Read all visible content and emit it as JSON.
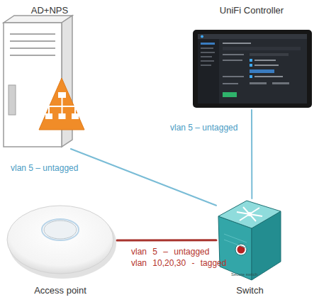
{
  "diagram": {
    "nodes": [
      {
        "text": [
          "AD+NPS"
        ]
      },
      {
        "text": [
          "UniFi Controller"
        ]
      },
      {
        "text": [
          "Access point"
        ]
      },
      {
        "text": [
          "Switch"
        ]
      }
    ],
    "edges": [
      {
        "from": 0,
        "to": 3,
        "arrow": "none",
        "label": "vlan 5 – untagged"
      },
      {
        "from": 1,
        "to": 3,
        "arrow": "none",
        "label": "vlan 5 – untagged"
      },
      {
        "from": 2,
        "to": 3,
        "arrow": "none",
        "label": "vlan 5 – untagged vlan 10,20,30 - tagged"
      }
    ],
    "labels": [
      "Secure switch"
    ]
  }
}
